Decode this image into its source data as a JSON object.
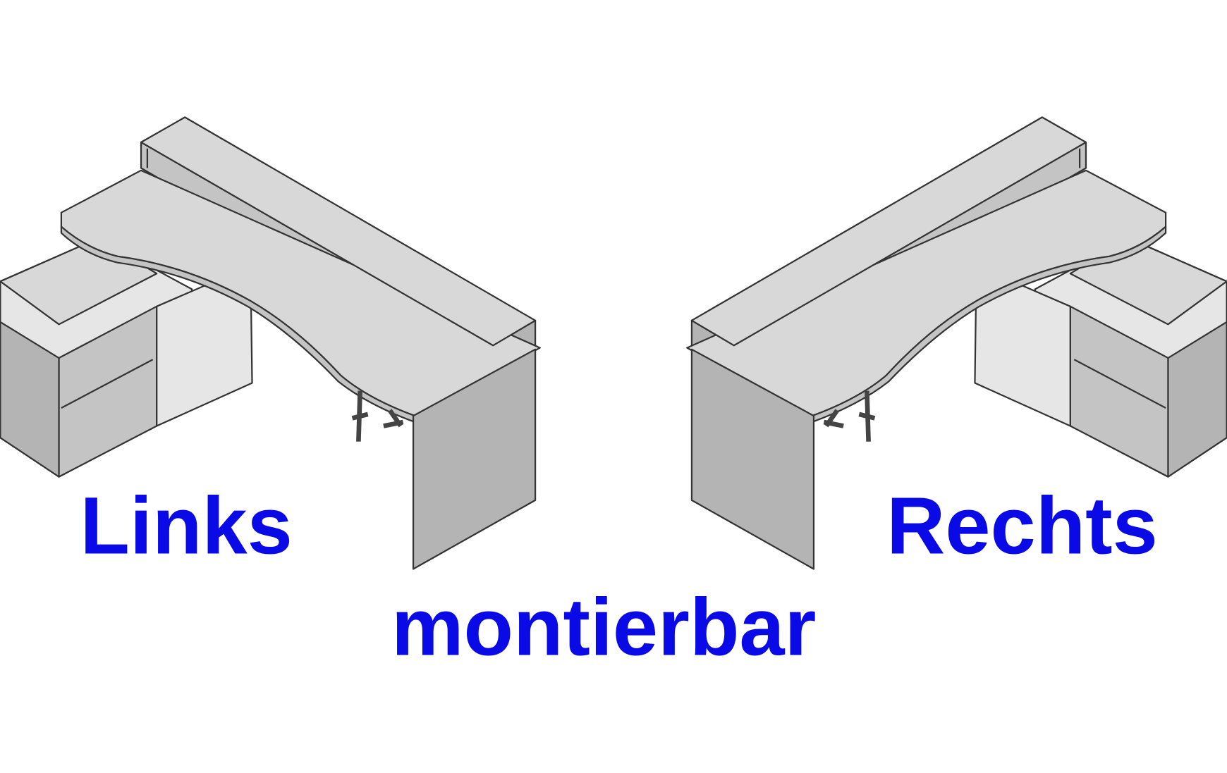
{
  "labels": {
    "left": "Links",
    "right": "Rechts",
    "center": "montierbar"
  },
  "colors": {
    "text": "#0a0ae6",
    "desk": "#d8d8d8"
  }
}
